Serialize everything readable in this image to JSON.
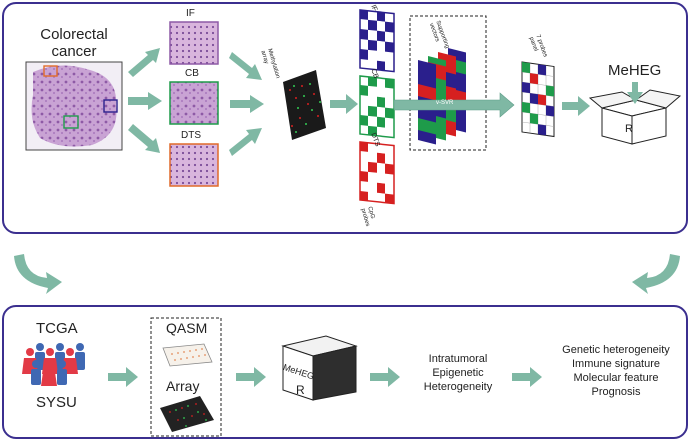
{
  "top": {
    "title_line1": "Colorectal",
    "title_line2": "cancer",
    "sample_labels": [
      "IF",
      "CB",
      "DTS"
    ],
    "methylation_label_line1": "Methylation",
    "methylation_label_line2": "array",
    "matrix_labels": [
      "IF",
      "CB",
      "DTS"
    ],
    "cpg_label_line1": "CpG",
    "cpg_label_line2": "probes",
    "support_label_line1": "Supporting",
    "support_label_line2": "vectors",
    "svm_label": "v-SVR",
    "panel_label_line1": "7 probes",
    "panel_label_line2": "panel",
    "meheg_label": "MeHEG",
    "box_letter": "R"
  },
  "bottom": {
    "cohort1": "TCGA",
    "cohort2": "SYSU",
    "method1": "QASM",
    "method2": "Array",
    "box_label": "MeHEG",
    "box_letter": "R",
    "result_line1": "Intratumoral",
    "result_line2": "Epigenetic",
    "result_line3": "Heterogeneity",
    "outcomes": [
      "Genetic heterogeneity",
      "Immune signature",
      "Molecular feature",
      "Prognosis"
    ]
  },
  "colors": {
    "border": "#3b2f8f",
    "arrow": "#7fb8a4",
    "navy": "#2a1f8c",
    "green": "#1e9b4a",
    "red": "#d62020",
    "tissue": "#b98cc6"
  }
}
